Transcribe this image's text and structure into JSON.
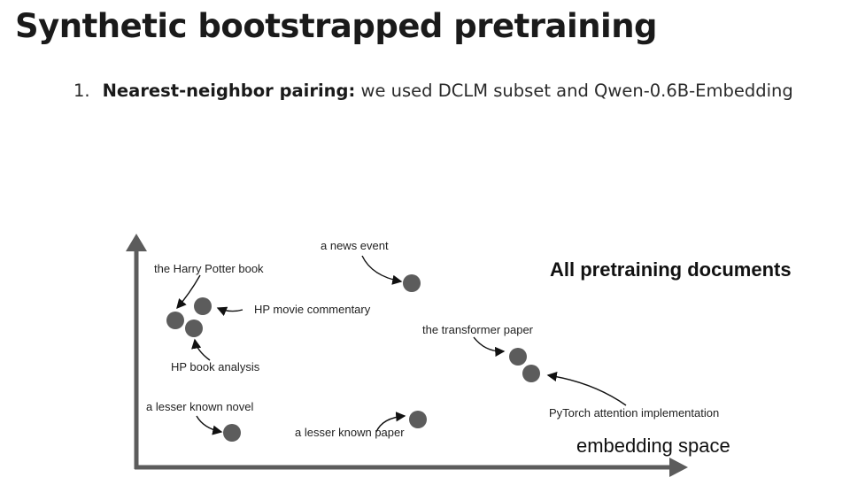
{
  "slide": {
    "title": "Synthetic bootstrapped pretraining",
    "list": [
      {
        "number": "1.",
        "bold": "Nearest-neighbor pairing:",
        "text": " we used DCLM subset and Qwen-0.6B-Embedding"
      }
    ]
  },
  "diagram": {
    "heading": "All pretraining documents",
    "axis_label": "embedding space",
    "point_color": "#5c5c5c",
    "labels": {
      "hp_book": "the Harry Potter book",
      "hp_movie": "HP movie commentary",
      "hp_analysis": "HP book analysis",
      "news": "a news event",
      "transformer": "the transformer paper",
      "pytorch": "PyTorch attention implementation",
      "novel": "a lesser known novel",
      "paper": "a lesser known paper"
    }
  }
}
